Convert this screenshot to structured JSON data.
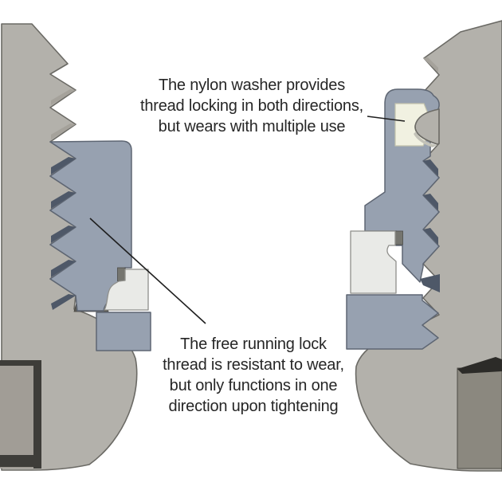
{
  "figure_title": "",
  "annotations": {
    "nylon_washer": {
      "lines": [
        "The nylon washer provides",
        "thread locking in both directions,",
        "but wears with multiple use"
      ]
    },
    "lock_thread": {
      "lines": [
        "The free running lock",
        "thread is resistant to wear,",
        "but only functions in one",
        "direction upon tightening"
      ]
    }
  },
  "colors": {
    "background": "#ffffff",
    "bolt_gray": "#b3b1ab",
    "bolt_outline": "#6b6a65",
    "nut_blue": "#97a1b0",
    "nut_outline": "#5e6673",
    "thread_shadow": "#4e5868",
    "light_wedge": "#a5a29b",
    "shadow_warm": "#5c5b55",
    "washer_white": "#e9eae7",
    "washer_outline": "#8f8f8b",
    "nylon_cream": "#f1f1e1",
    "nylon_outline": "#c4c4ad",
    "tab_gray": "#75756f",
    "seat_dark": "#5a6270",
    "crescent": "#c3c2b8",
    "recess_frame": "#3e3d39",
    "recess_face": "#a19d96",
    "recess_face_right": "#8b887f",
    "recess_chamfer": "#2c2b28",
    "leader": "#1f1f1f",
    "text": "#262626"
  }
}
